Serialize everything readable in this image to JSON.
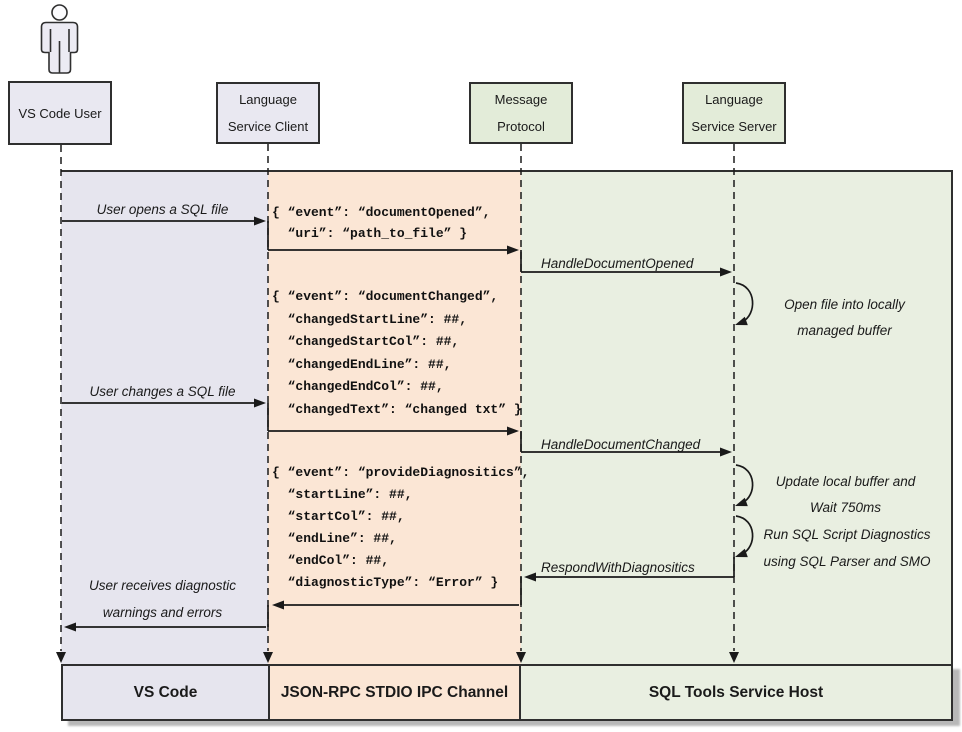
{
  "colors": {
    "lane_vscode": "#e6e5ee",
    "lane_ipc": "#fbe6d5",
    "lane_host": "#e9efe1",
    "actor_box_lavender": "#e9e8f1",
    "actor_box_green": "#e3ecd9",
    "line": "#2f2f2f"
  },
  "actors": [
    {
      "lines": [
        "VS Code User"
      ]
    },
    {
      "lines": [
        "Language",
        "Service Client"
      ]
    },
    {
      "lines": [
        "Message",
        "Protocol"
      ]
    },
    {
      "lines": [
        "Language",
        "Service Server"
      ]
    }
  ],
  "labels": {
    "user_opens": "User opens a SQL file",
    "user_changes": "User changes a SQL file",
    "user_receives": [
      "User receives diagnostic",
      "warnings and errors"
    ],
    "handle_opened": "HandleDocumentOpened",
    "handle_changed": "HandleDocumentChanged",
    "respond": "RespondWithDiagnositics"
  },
  "self_notes": [
    {
      "lines": [
        "Open file into locally",
        "managed buffer"
      ]
    },
    {
      "lines": [
        "Update local buffer and",
        "Wait 750ms"
      ]
    },
    {
      "lines": [
        "Run SQL Script Diagnostics",
        "using SQL Parser and SMO"
      ]
    }
  ],
  "json_blocks": [
    {
      "lines": [
        "{ “event”: “documentOpened”,",
        "  “uri”: “path_to_file” }"
      ]
    },
    {
      "lines": [
        "{ “event”: “documentChanged”,",
        "  “changedStartLine”: ##,",
        "  “changedStartCol”: ##,",
        "  “changedEndLine”: ##,",
        "  “changedEndCol”: ##,",
        "  “changedText”: “changed txt” }"
      ]
    },
    {
      "lines": [
        "{ “event”: “provideDiagnositics”,",
        "  “startLine”: ##,",
        "  “startCol”: ##,",
        "  “endLine”: ##,",
        "  “endCol”: ##,",
        "  “diagnosticType”: “Error” }"
      ]
    }
  ],
  "footer": [
    {
      "label": "VS Code"
    },
    {
      "label": "JSON-RPC STDIO IPC Channel"
    },
    {
      "label": "SQL Tools Service Host"
    }
  ]
}
